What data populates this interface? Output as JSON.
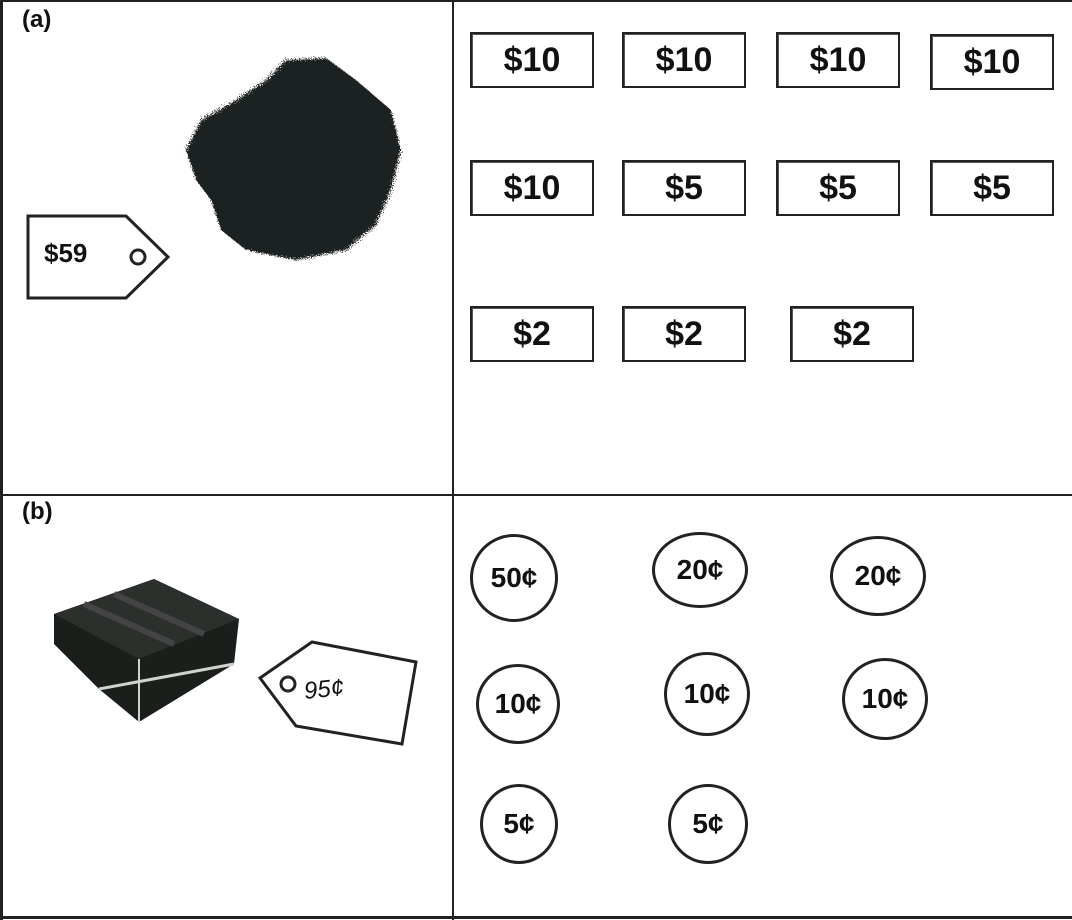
{
  "panels": {
    "a": {
      "label": "(a)",
      "price_tag": "$59",
      "notes": [
        "$10",
        "$10",
        "$10",
        "$10",
        "$10",
        "$5",
        "$5",
        "$5",
        "$2",
        "$2",
        "$2"
      ]
    },
    "b": {
      "label": "(b)",
      "price_tag": "95¢",
      "coins": [
        "50¢",
        "20¢",
        "20¢",
        "10¢",
        "10¢",
        "10¢",
        "5¢",
        "5¢"
      ]
    }
  }
}
